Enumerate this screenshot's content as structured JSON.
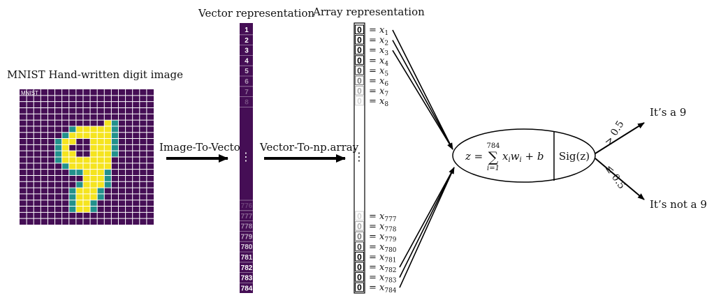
{
  "titles": {
    "image": "MNIST Hand-written digit image",
    "vector": "Vector representation",
    "array": "Array representation"
  },
  "image_corner_text": "MNIST",
  "steps": {
    "img_to_vec": "Image-To-Vector",
    "vec_to_arr": "Vector-To-np.array"
  },
  "vector_top": [
    "1",
    "2",
    "3",
    "4",
    "5",
    "6",
    "7",
    "8"
  ],
  "vector_bottom": [
    "776",
    "777",
    "778",
    "779",
    "780",
    "781",
    "782",
    "783",
    "784"
  ],
  "ellipsis": "⋮",
  "array_value": "0",
  "array_top_labels": [
    "= x1",
    "= x2",
    "= x3",
    "= x4",
    "= x5",
    "= x6",
    "= x7",
    "= x8"
  ],
  "array_bottom_labels": [
    "= x777",
    "= x778",
    "= x779",
    "= x780",
    "= x781",
    "= x782",
    "= x783",
    "= x784"
  ],
  "neuron": {
    "sum_lhs": "z =",
    "sum_upper": "784",
    "sum_symbol": "∑",
    "sum_lower": "i=1",
    "sum_rhs": "xiwi + b",
    "activation": "Sig(z)"
  },
  "branches": {
    "gt_label": "> 0.5",
    "le_label": "≤ 0.5",
    "gt_result": "It’s a 9",
    "le_result": "It’s not a 9"
  },
  "colors": {
    "purple": "#450e55",
    "teal": "#23918c",
    "yellow": "#f5e41f",
    "grid_line": "#ffffff",
    "arrow": "#000000"
  },
  "digit_image_grid": [
    "0000000000000000000",
    "0000000000000000000",
    "0000000000000000000",
    "0000000000000000000",
    "0000000000000000000",
    "0000000000002100000",
    "0000000122222100000",
    "0000001222222100000",
    "0000012200222100000",
    "0000012000222100000",
    "0000012200222100000",
    "0000012222222000000",
    "0000001222222000000",
    "0000000112221000000",
    "0000000002221000000",
    "0000000012221000000",
    "0000000122210000000",
    "0000000122210000000",
    "0000000122100000000",
    "0000000122100000000",
    "0000000000000000000",
    "0000000000000000000"
  ]
}
